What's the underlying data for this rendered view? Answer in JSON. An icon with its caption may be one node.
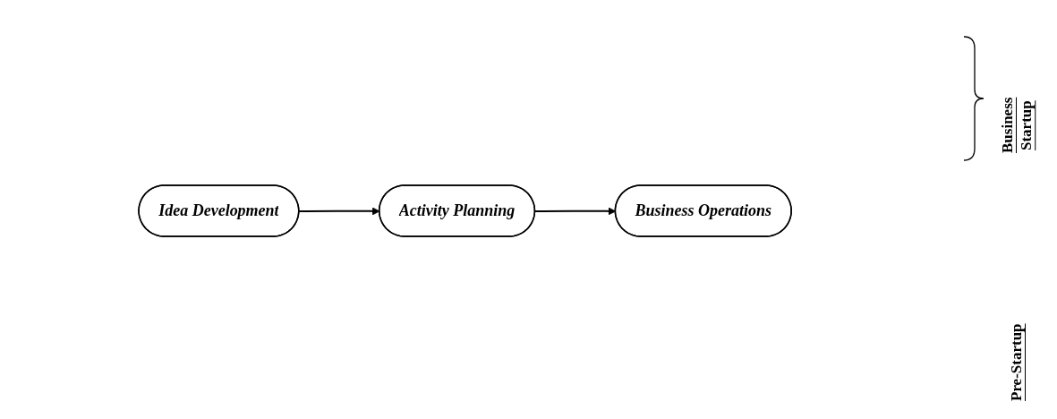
{
  "diagram": {
    "nodes": [
      {
        "text": [
          "Idea Development"
        ]
      },
      {
        "text": [
          "Activity Planning"
        ]
      },
      {
        "text": [
          "Business Operations"
        ]
      }
    ],
    "edges": [
      {
        "from": 0,
        "to": 1,
        "arrow": "to"
      },
      {
        "from": 1,
        "to": 2,
        "arrow": "to"
      }
    ],
    "labels": [
      "Business Startup",
      "Pre-Startup"
    ]
  }
}
